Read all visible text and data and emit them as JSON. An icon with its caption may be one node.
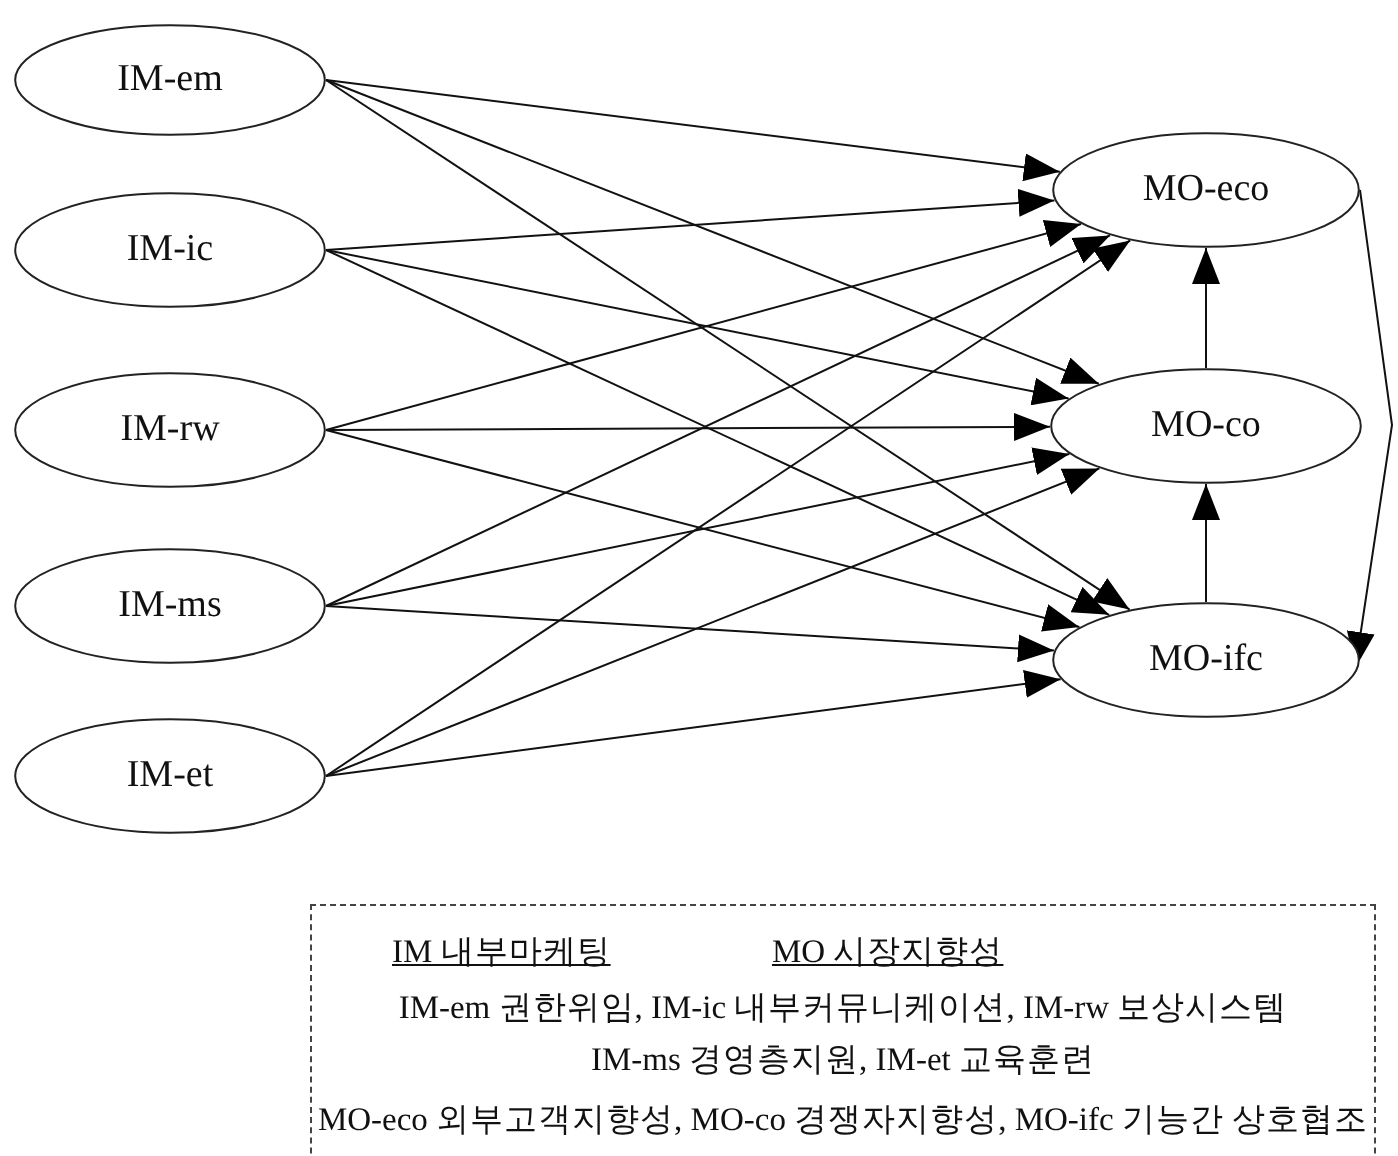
{
  "diagram": {
    "nodes": [
      {
        "text": [
          "IM-em"
        ]
      },
      {
        "text": [
          "IM-ic"
        ]
      },
      {
        "text": [
          "IM-rw"
        ]
      },
      {
        "text": [
          "IM-ms"
        ]
      },
      {
        "text": [
          "IM-et"
        ]
      },
      {
        "text": [
          "MO-eco"
        ]
      },
      {
        "text": [
          "MO-co"
        ]
      },
      {
        "text": [
          "MO-ifc"
        ]
      }
    ],
    "edges": [
      {
        "from": 0,
        "to": 5,
        "arrow": "to"
      },
      {
        "from": 0,
        "to": 6,
        "arrow": "to"
      },
      {
        "from": 0,
        "to": 7,
        "arrow": "to"
      },
      {
        "from": 1,
        "to": 5,
        "arrow": "to"
      },
      {
        "from": 1,
        "to": 6,
        "arrow": "to"
      },
      {
        "from": 1,
        "to": 7,
        "arrow": "to"
      },
      {
        "from": 2,
        "to": 5,
        "arrow": "to"
      },
      {
        "from": 2,
        "to": 6,
        "arrow": "to"
      },
      {
        "from": 2,
        "to": 7,
        "arrow": "to"
      },
      {
        "from": 3,
        "to": 5,
        "arrow": "to"
      },
      {
        "from": 3,
        "to": 6,
        "arrow": "to"
      },
      {
        "from": 3,
        "to": 7,
        "arrow": "to"
      },
      {
        "from": 4,
        "to": 5,
        "arrow": "to"
      },
      {
        "from": 4,
        "to": 6,
        "arrow": "to"
      },
      {
        "from": 4,
        "to": 7,
        "arrow": "to"
      },
      {
        "from": 6,
        "to": 5,
        "arrow": "to"
      },
      {
        "from": 7,
        "to": 6,
        "arrow": "to"
      },
      {
        "from": 5,
        "to": 7,
        "arrow": "to"
      }
    ],
    "labels": [
      "IM 내부마케팅",
      "MO 시장지향성",
      "IM-em 권한위임, IM-ic 내부커뮤니케이션, IM-rw 보상시스템",
      "IM-ms 경영층지원, IM-et 교육훈련",
      "MO-eco 외부고객지향성, MO-co 경쟁자지향성, MO-ifc 기능간 상호협조"
    ]
  }
}
